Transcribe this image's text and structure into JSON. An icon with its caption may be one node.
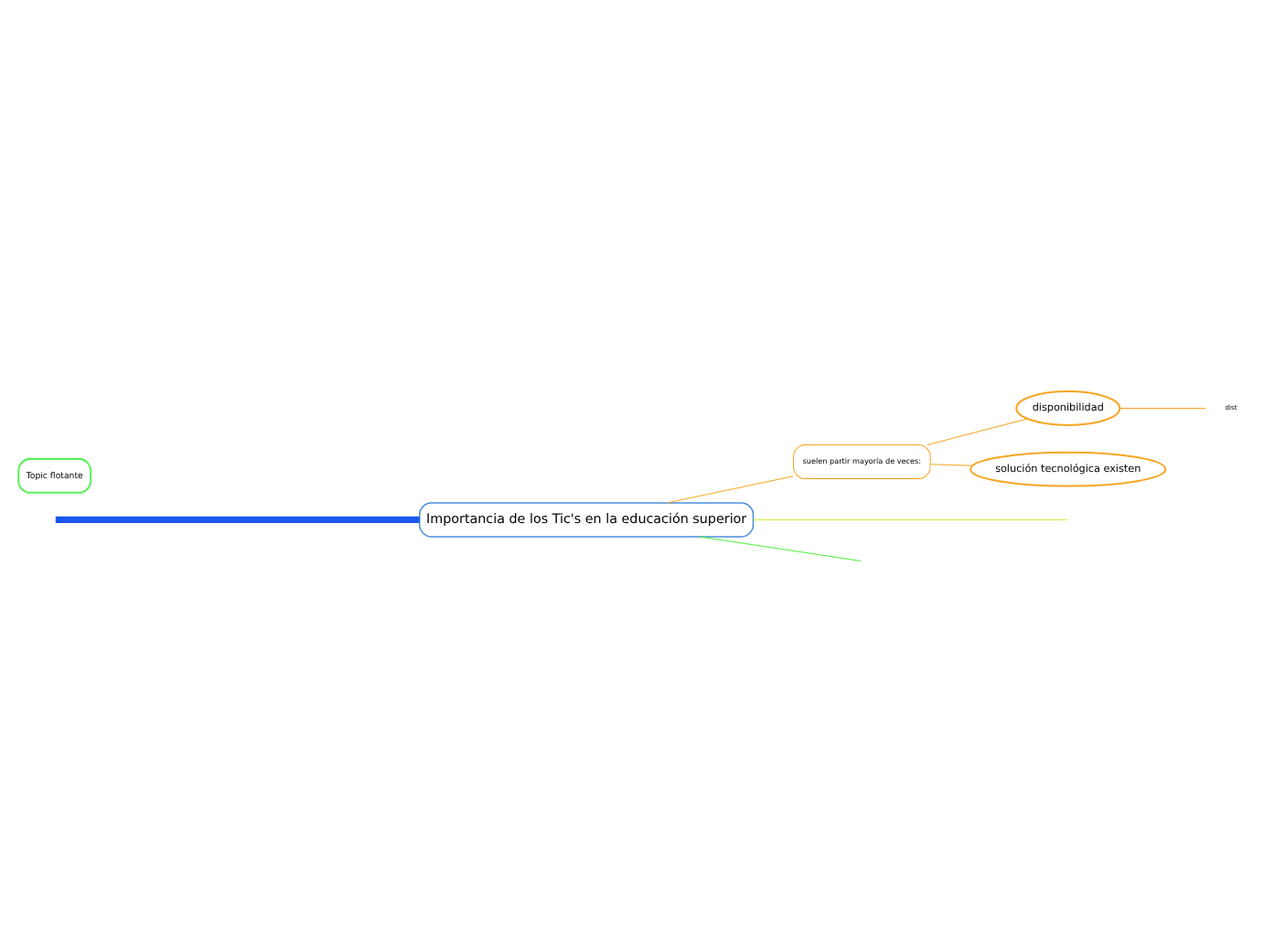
{
  "diagram": {
    "nodes": [
      {
        "text": [
          "Importancia de los Tic's en la educación superior"
        ]
      },
      {
        "text": [
          "suelen partir mayoría de veces:"
        ]
      },
      {
        "text": [
          "disponibilidad"
        ]
      },
      {
        "text": [
          "solución tecnológica existen"
        ]
      },
      {
        "text": [
          "dist"
        ]
      },
      {
        "text": [
          "Topic flotante"
        ]
      }
    ],
    "edges": [
      {
        "from": 0,
        "to": 1,
        "arrow": "none",
        "color": "#f5a623"
      },
      {
        "from": 1,
        "to": 2,
        "arrow": "none",
        "color": "#f5a623"
      },
      {
        "from": 1,
        "to": 3,
        "arrow": "none",
        "color": "#f5a623"
      },
      {
        "from": 2,
        "to": 4,
        "arrow": "none",
        "color": "#f5a623"
      },
      {
        "from": 0,
        "to": null,
        "arrow": "none",
        "color": "#1a56f0",
        "style": "thick"
      },
      {
        "from": 0,
        "to": null,
        "arrow": "none",
        "color": "#d4f03c"
      },
      {
        "from": 0,
        "to": null,
        "arrow": "none",
        "color": "#4ef03c"
      }
    ]
  }
}
